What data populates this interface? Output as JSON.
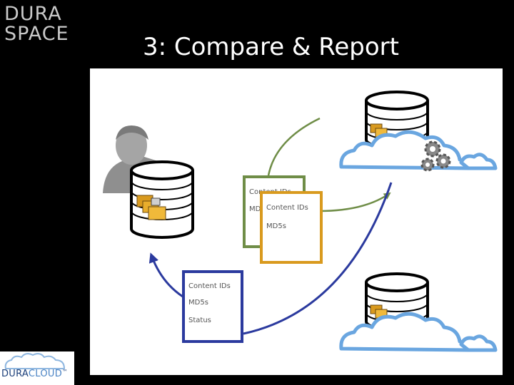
{
  "slide": {
    "title": "3: Compare & Report"
  },
  "logos": {
    "top_line1": "DURA",
    "top_line2": "SPACE",
    "bottom_word1": "DURA",
    "bottom_word2": "CLOUD",
    "bottom_mark": "™"
  },
  "diagram": {
    "green_doc": {
      "line1": "Content IDs",
      "line2": "MD5s"
    },
    "orange_doc": {
      "line1": "Content IDs",
      "line2": "MD5s"
    },
    "blue_doc": {
      "line1": "Content IDs",
      "line2": "MD5s",
      "line3": "Status"
    }
  },
  "colors": {
    "green": "#6f8d47",
    "orange": "#d99a1e",
    "blue": "#2b3a9e",
    "cloud": "#6aa6e0",
    "doc_text": "#555555"
  }
}
